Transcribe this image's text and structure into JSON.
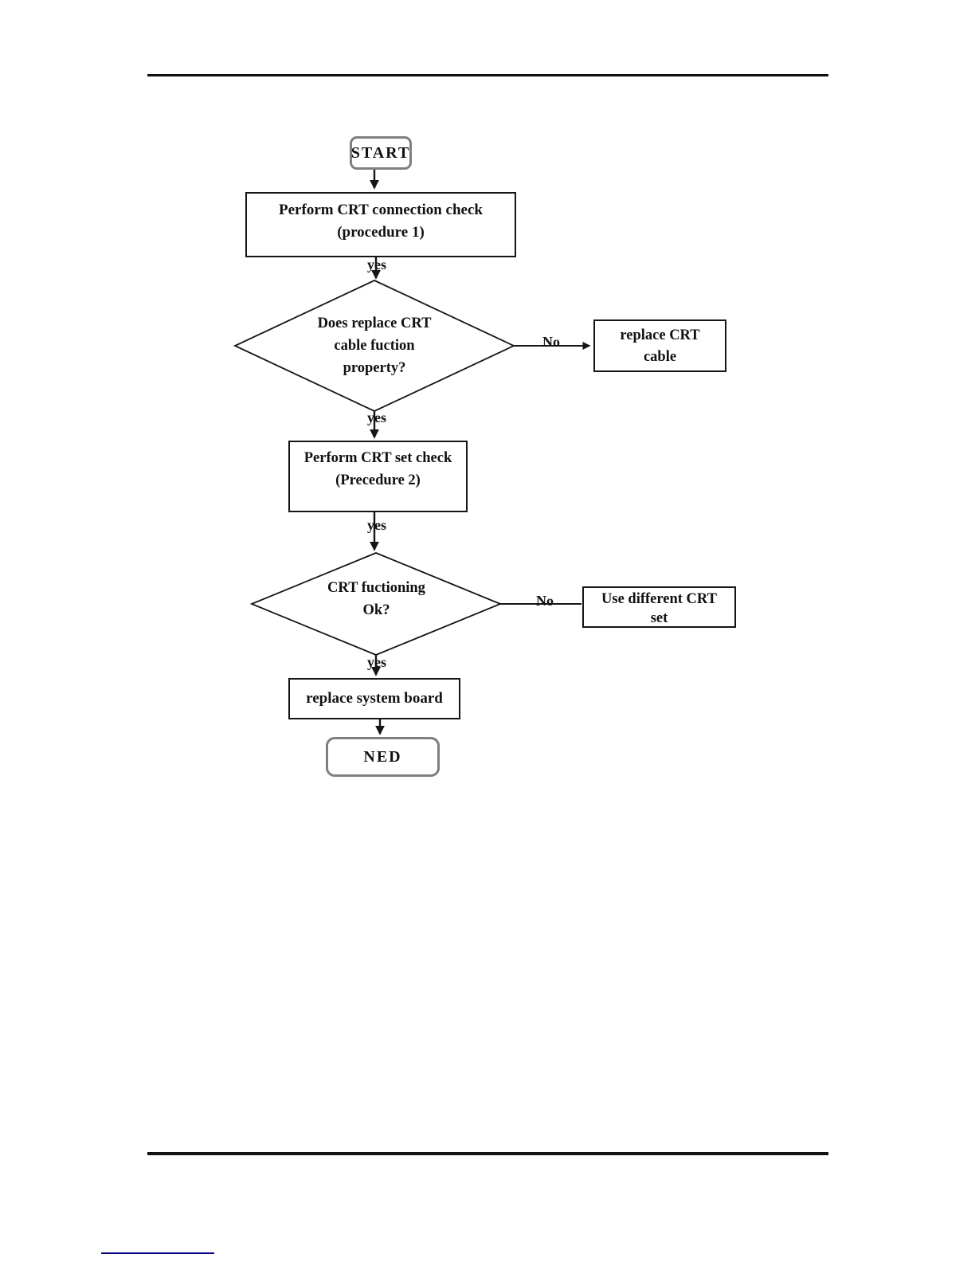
{
  "document": {
    "kind": "troubleshooting-flowchart-page"
  },
  "flowchart": {
    "start": {
      "label": "START"
    },
    "step1": {
      "line1": "Perform CRT connection check",
      "line2": "(procedure 1)"
    },
    "decision1": {
      "line1": "Does replace CRT",
      "line2": "cable fuction",
      "line3": "property?"
    },
    "action1": {
      "line1": "replace CRT",
      "line2": "cable"
    },
    "step2": {
      "line1": "Perform CRT set check",
      "line2": "(Precedure 2)"
    },
    "decision2": {
      "line1": "CRT fuctioning",
      "line2": "Ok?"
    },
    "action2": {
      "line1": "Use different CRT",
      "line2": "set"
    },
    "step3": {
      "label": "replace system board"
    },
    "end": {
      "label": "NED"
    },
    "labels": {
      "yes": "yes",
      "no": "No"
    }
  },
  "colors": {
    "line": "#151515",
    "text": "#111111",
    "terminator_border": "#7f7f7f",
    "footer_rule": "#000080"
  }
}
